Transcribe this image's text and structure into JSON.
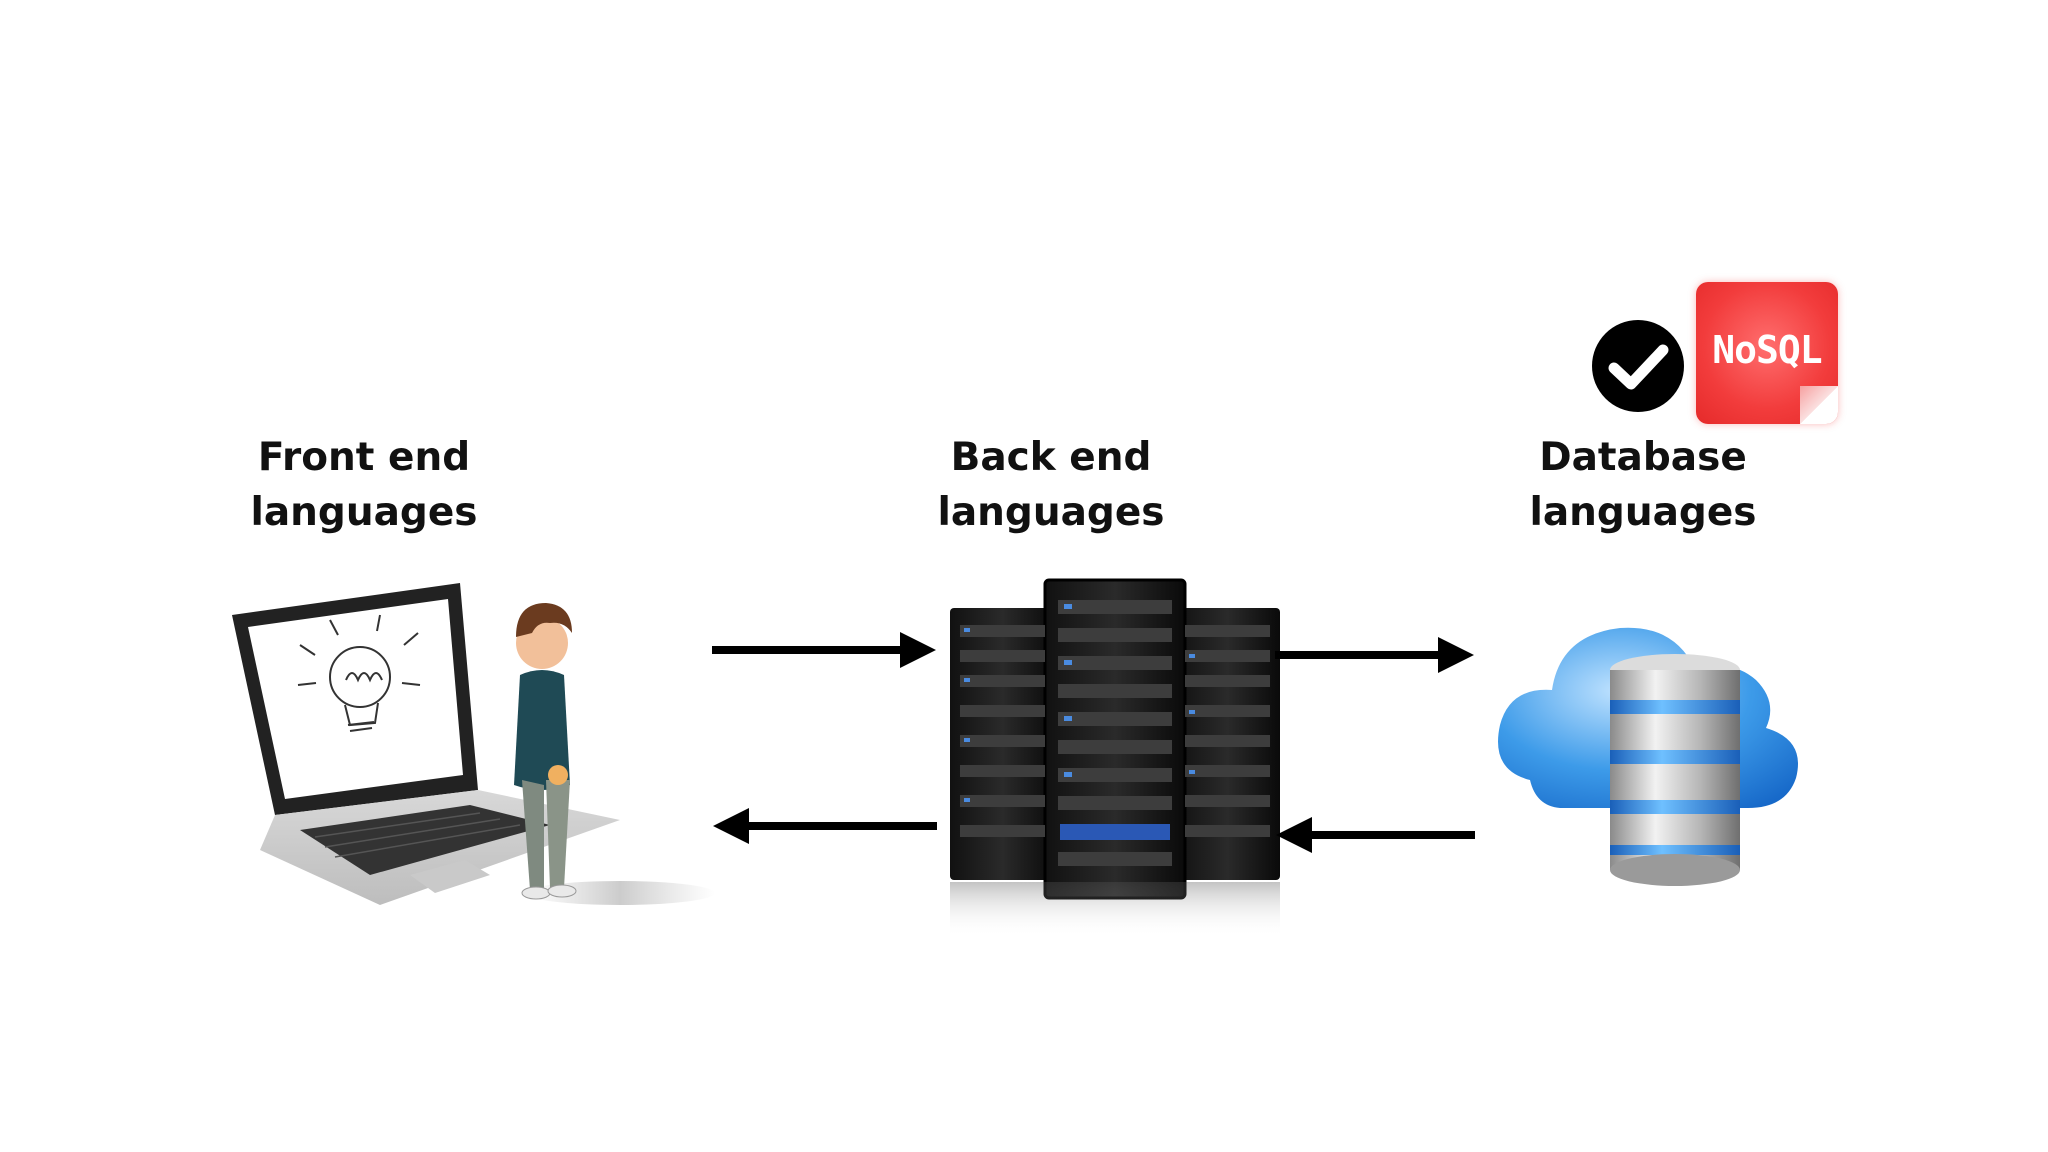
{
  "nodes": [
    {
      "id": "front-end",
      "label_line1": "Front end",
      "label_line2": "languages"
    },
    {
      "id": "back-end",
      "label_line1": "Back end",
      "label_line2": "languages"
    },
    {
      "id": "database",
      "label_line1": "Database",
      "label_line2": "languages"
    }
  ],
  "badge": {
    "text": "NoSQL",
    "color": "#f23c3c"
  },
  "icons": {
    "front": "laptop-with-person-icon",
    "back": "server-rack-icon",
    "db": "cloud-database-icon",
    "check": "checkmark-circle-icon"
  },
  "colors": {
    "text": "#111111",
    "arrow": "#000000",
    "cloud": "#3d9be9"
  }
}
